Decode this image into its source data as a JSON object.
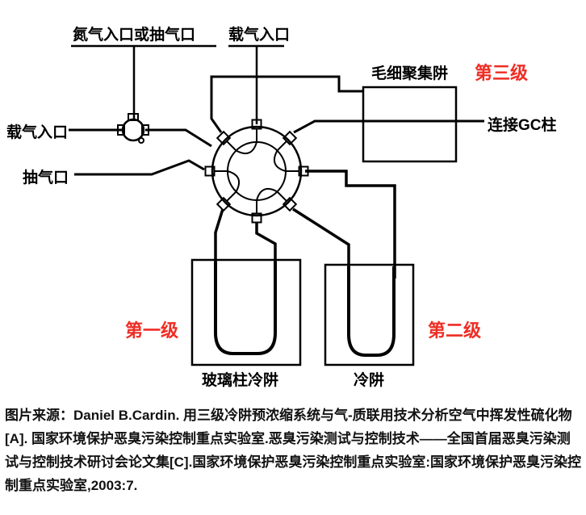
{
  "diagram": {
    "labels": {
      "nitrogen_inlet": "氮气入口或抽气口",
      "carrier_gas_top": "载气入口",
      "carrier_gas_left": "载气入口",
      "pump_port": "抽气口",
      "capillary_trap": "毛细聚集阱",
      "gc_column": "连接GC柱",
      "glass_trap": "玻璃柱冷阱",
      "cold_trap": "冷阱"
    },
    "stages": {
      "stage1": "第一级",
      "stage2": "第二级",
      "stage3": "第三级"
    },
    "colors": {
      "stage_label": "#ee2d24",
      "line": "#000000",
      "background": "#ffffff"
    }
  },
  "caption": {
    "text": "图片来源：Daniel B.Cardin. 用三级冷阱预浓缩系统与气-质联用技术分析空气中挥发性硫化物[A]. 国家环境保护恶臭污染控制重点实验室.恶臭污染测试与控制技术——全国首届恶臭污染测试与控制技术研讨会论文集[C].国家环境保护恶臭污染控制重点实验室:国家环境保护恶臭污染控制重点实验室,2003:7."
  }
}
